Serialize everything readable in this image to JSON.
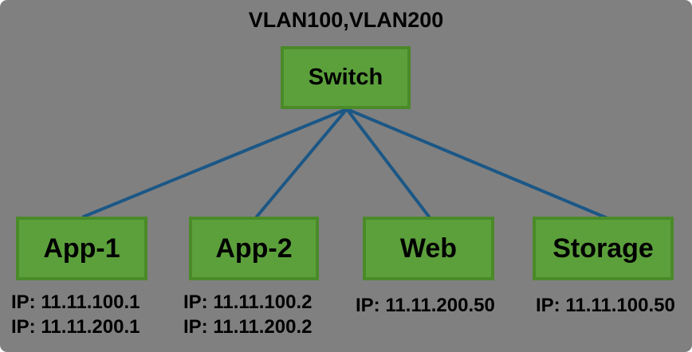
{
  "title": "VLAN100,VLAN200",
  "colors": {
    "background": "#808080",
    "node_fill": "#5CA03C",
    "node_border": "#4A8A28",
    "link_line": "#1B5786",
    "text": "#000000"
  },
  "switch": {
    "label": "Switch"
  },
  "hosts": [
    {
      "label": "App-1",
      "ips": [
        "IP: 11.11.100.1",
        "IP: 11.11.200.1"
      ]
    },
    {
      "label": "App-2",
      "ips": [
        "IP: 11.11.100.2",
        "IP: 11.11.200.2"
      ]
    },
    {
      "label": "Web",
      "ips": [
        "IP: 11.11.200.50"
      ]
    },
    {
      "label": "Storage",
      "ips": [
        "IP: 11.11.100.50"
      ]
    }
  ],
  "links": [
    {
      "from": "Switch",
      "to": "App-1"
    },
    {
      "from": "Switch",
      "to": "App-2"
    },
    {
      "from": "Switch",
      "to": "Web"
    },
    {
      "from": "Switch",
      "to": "Storage"
    }
  ]
}
